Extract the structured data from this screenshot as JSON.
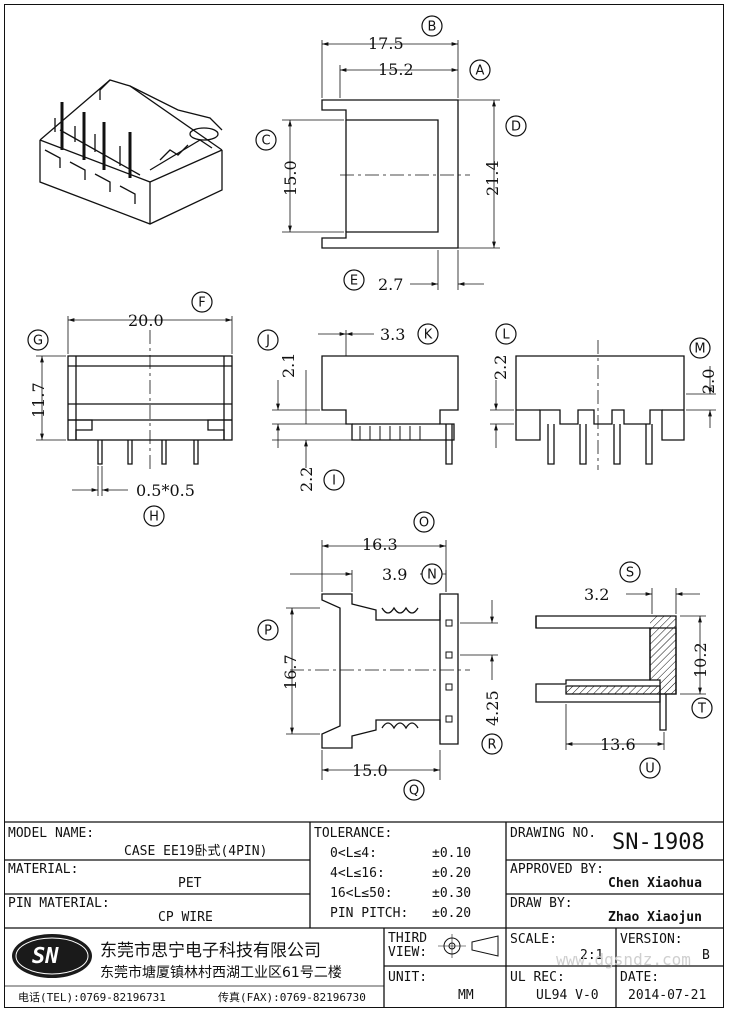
{
  "dimensions": {
    "B": "17.5",
    "A": "15.2",
    "C": "15.0",
    "D": "21.4",
    "E": "2.7",
    "F": "20.0",
    "G": "11.7",
    "H": "0.5*0.5",
    "J": "2.1",
    "K": "3.3",
    "I": "2.2",
    "L": "2.2",
    "M": "2.0",
    "O": "16.3",
    "N": "3.9",
    "P": "16.7",
    "R": "4.25",
    "Q": "15.0",
    "S": "3.2",
    "T": "10.2",
    "U": "13.6"
  },
  "bubbles": [
    "A",
    "B",
    "C",
    "D",
    "E",
    "F",
    "G",
    "H",
    "I",
    "J",
    "K",
    "L",
    "M",
    "N",
    "O",
    "P",
    "Q",
    "R",
    "S",
    "T",
    "U"
  ],
  "title_block": {
    "model_name_label": "MODEL NAME:",
    "model_name": "CASE EE19卧式(4PIN)",
    "material_label": "MATERIAL:",
    "material": "PET",
    "pin_material_label": "PIN MATERIAL:",
    "pin_material": "CP WIRE",
    "tolerance_label": "TOLERANCE:",
    "tol_rows": [
      {
        "range": "0<L≤4:",
        "tol": "±0.10"
      },
      {
        "range": "4<L≤16:",
        "tol": "±0.20"
      },
      {
        "range": "16<L≤50:",
        "tol": "±0.30"
      },
      {
        "range": "PIN PITCH:",
        "tol": "±0.20"
      }
    ],
    "drawing_no_label": "DRAWING NO.",
    "drawing_no": "SN-1908",
    "approved_label": "APPROVED BY:",
    "approved_by": "Chen Xiaohua",
    "draw_label": "DRAW BY:",
    "draw_by": "Zhao Xiaojun",
    "logo_text": "SN",
    "company_name": "东莞市思宁电子科技有限公司",
    "company_address": "东莞市塘厦镇林村西湖工业区61号二楼",
    "tel": "电话(TEL):0769-82196731",
    "fax": "传真(FAX):0769-82196730",
    "third_view_label": "THIRD\nVIEW:",
    "unit_label": "UNIT:",
    "unit": "MM",
    "scale_label": "SCALE:",
    "scale": "2:1",
    "version_label": "VERSION:",
    "version": "B",
    "ul_rec_label": "UL REC:",
    "ul_rec": "UL94 V-0",
    "date_label": "DATE:",
    "date": "2014-07-21",
    "watermark": "www.dgsndz.com"
  }
}
